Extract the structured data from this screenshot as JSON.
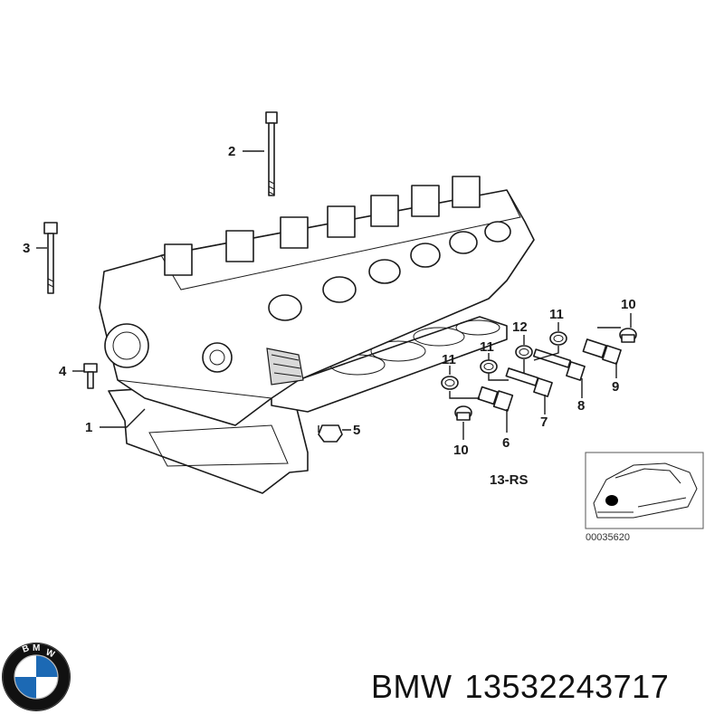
{
  "diagram": {
    "callouts": [
      "1",
      "2",
      "3",
      "4",
      "5",
      "6",
      "7",
      "8",
      "9",
      "10",
      "11",
      "12"
    ],
    "callout_duplicates": {
      "left_10": "10",
      "left_11": "11",
      "right_11": "11",
      "right_10": "10"
    },
    "group_label": "13-RS",
    "reference_code": "00035620"
  },
  "caption": {
    "brand": "BMW",
    "part_number": "13532243717"
  },
  "logo": {
    "letters": "BMW",
    "colors": {
      "blue": "#1c69b4",
      "black": "#111111",
      "white": "#ffffff"
    }
  }
}
